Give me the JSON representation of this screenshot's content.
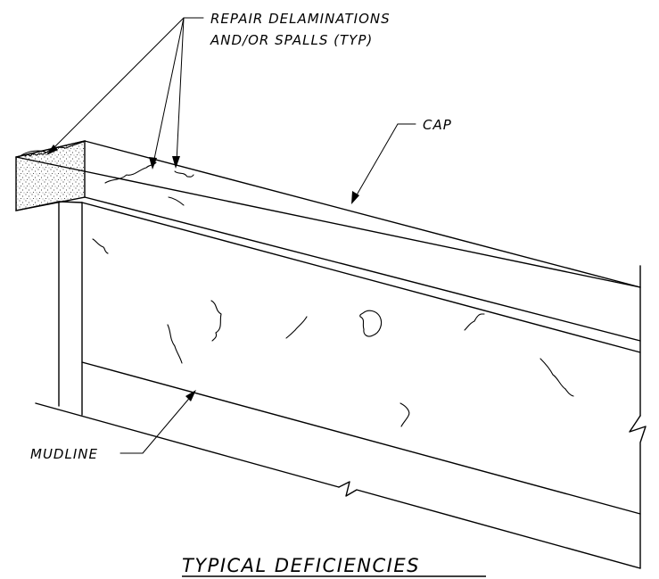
{
  "labels": {
    "repair_line1": "REPAIR DELAMINATIONS",
    "repair_line2": "AND/OR SPALLS (TYP)",
    "cap": "CAP",
    "mudline": "MUDLINE"
  },
  "title": "TYPICAL DEFICIENCIES"
}
